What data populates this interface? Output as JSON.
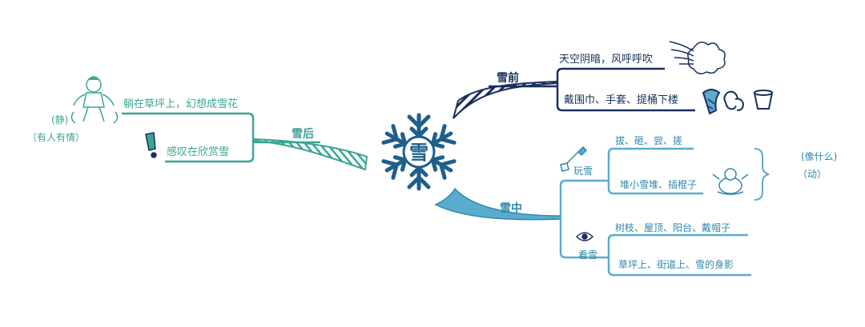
{
  "center": {
    "label": "雪"
  },
  "branches": {
    "before": {
      "label": "雪前",
      "items": [
        {
          "text": "天空阴暗，风呼呼吹"
        },
        {
          "text": "戴围巾、手套、提桶下楼"
        }
      ]
    },
    "after": {
      "label": "雪后",
      "items": [
        {
          "text": "躺在草坪上，幻想成雪花"
        },
        {
          "text": "感叹在欣赏雪"
        }
      ],
      "note_static": "(静)",
      "note_emotion": "（有人有情）"
    },
    "during": {
      "label": "雪中",
      "play": {
        "label": "玩雪",
        "items": [
          {
            "text": "拔、砸、尝、搓"
          },
          {
            "text": "堆小雪堆、插棍子"
          }
        ],
        "note_like": "(像什么)",
        "note_motion": "（动）"
      },
      "watch": {
        "label": "看雪",
        "items": [
          {
            "text": "树枝、屋顶、阳台、戴帽子"
          },
          {
            "text": "草坪上、街道上、雪的身影"
          }
        ]
      }
    }
  },
  "colors": {
    "navy": "#1a2f5c",
    "teal": "#3aa596",
    "blue": "#2f88ad",
    "light_blue": "#5aaccd"
  }
}
